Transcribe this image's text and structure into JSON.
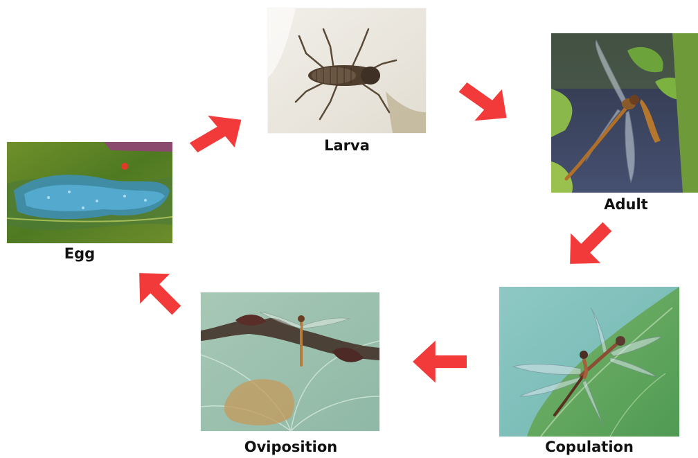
{
  "stages": {
    "egg": {
      "label": "Egg",
      "image": "egg-mass-on-leaf-photo"
    },
    "larva": {
      "label": "Larva",
      "image": "dragonfly-larva-photo"
    },
    "adult": {
      "label": "Adult",
      "image": "adult-dragonfly-photo"
    },
    "copulation": {
      "label": "Copulation",
      "image": "mating-dragonflies-photo"
    },
    "oviposition": {
      "label": "Oviposition",
      "image": "egg-laying-dragonfly-photo"
    }
  },
  "arrow_color": "#f23a3a",
  "arrows": [
    {
      "from": "Egg",
      "to": "Larva",
      "icon": "arrow-up-right-icon"
    },
    {
      "from": "Larva",
      "to": "Adult",
      "icon": "arrow-down-right-icon"
    },
    {
      "from": "Adult",
      "to": "Copulation",
      "icon": "arrow-down-left-icon"
    },
    {
      "from": "Copulation",
      "to": "Oviposition",
      "icon": "arrow-left-icon"
    },
    {
      "from": "Oviposition",
      "to": "Egg",
      "icon": "arrow-up-left-icon"
    }
  ]
}
